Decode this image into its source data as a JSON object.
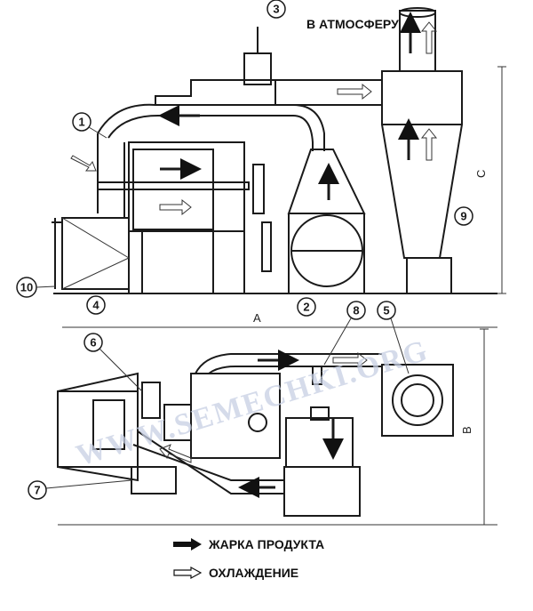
{
  "labels": {
    "to_atmosphere": "В АТМОСФЕРУ"
  },
  "dimensions": {
    "A": "A",
    "B": "B",
    "C": "C"
  },
  "callouts": [
    "1",
    "2",
    "3",
    "4",
    "5",
    "6",
    "7",
    "8",
    "9",
    "10"
  ],
  "watermark": "WWW.SEMECHKI.ORG",
  "legend": {
    "items": [
      {
        "label": "ЖАРКА ПРОДУКТА",
        "style": "filled-black"
      },
      {
        "label": "ОХЛАЖДЕНИЕ",
        "style": "outline"
      }
    ]
  },
  "colors": {
    "line": "#1a1a1a",
    "watermark": "#c7d0e4",
    "background": "#ffffff"
  }
}
